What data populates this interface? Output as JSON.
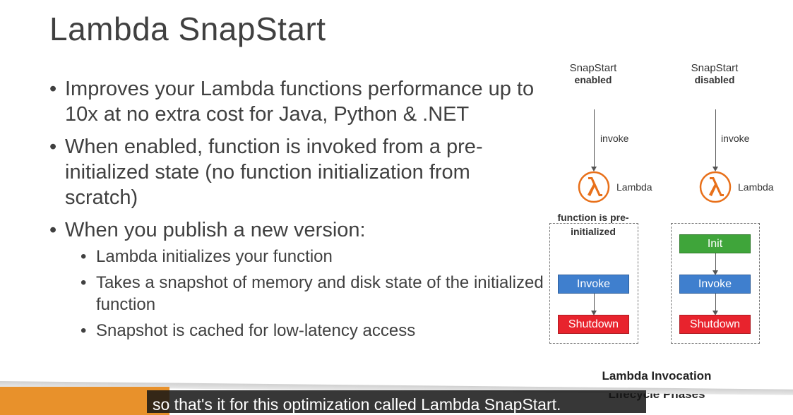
{
  "slide": {
    "title": "Lambda SnapStart",
    "bullets": [
      "Improves your Lambda functions performance up to 10x at no extra cost for Java, Python & .NET",
      "When enabled, function is invoked from a pre-initialized state (no function initialization from scratch)",
      "When you publish a new version:"
    ],
    "sub_bullets": [
      "Lambda initializes your function",
      "Takes a snapshot of memory and disk state of the initialized function",
      "Snapshot is cached for low-latency access"
    ]
  },
  "diagram": {
    "enabled": {
      "heading": "SnapStart",
      "state": "enabled",
      "invoke_label": "invoke",
      "lambda_label": "Lambda",
      "note": "function is pre-initialized",
      "phases": [
        "Invoke",
        "Shutdown"
      ]
    },
    "disabled": {
      "heading": "SnapStart",
      "state": "disabled",
      "invoke_label": "invoke",
      "lambda_label": "Lambda",
      "phases": [
        "Init",
        "Invoke",
        "Shutdown"
      ]
    },
    "caption": "Lambda Invocation Lifecycle Phases",
    "colors": {
      "lambda_orange": "#e8701a",
      "init": "#3fa53a",
      "invoke": "#3f7fce",
      "shutdown": "#e8232d"
    }
  },
  "subtitle": "so that's it for this optimization called Lambda SnapStart."
}
